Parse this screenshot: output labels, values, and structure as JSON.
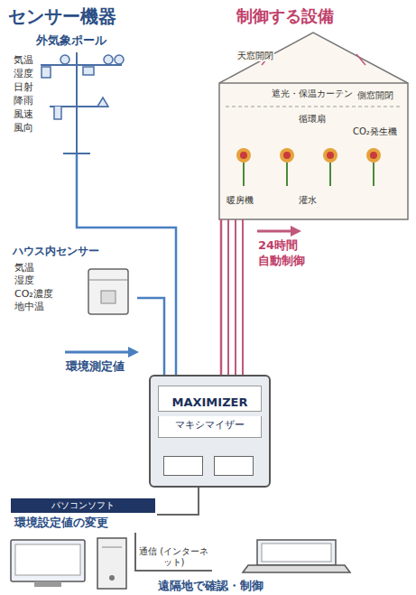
{
  "diagram": {
    "nodes": [
      {
        "text": [
          "外気象ポール"
        ]
      },
      {
        "text": [
          "ハウス内センサー",
          "気温 湿度 CO₂濃度 地中温"
        ]
      },
      {
        "text": [
          "MAXIMIZER",
          "マキシマイザー"
        ]
      },
      {
        "text": [
          "制御する設備"
        ]
      },
      {
        "text": [
          "パソコンソフト",
          "環境設定値の変更"
        ]
      },
      {
        "text": [
          "遠隔地で確認・制御"
        ]
      }
    ],
    "edges": [
      {
        "from": 0,
        "to": 2,
        "arrow": "none"
      },
      {
        "from": 1,
        "to": 2,
        "arrow": "none"
      },
      {
        "from": 2,
        "to": 3,
        "arrow": "none"
      },
      {
        "from": 2,
        "to": 4,
        "arrow": "none"
      },
      {
        "from": 4,
        "to": 5,
        "label": "通信 (インターネット)",
        "arrow": "none"
      }
    ],
    "labels": [
      "センサー機器",
      "気温",
      "湿度",
      "日射",
      "降雨",
      "風速",
      "風向",
      "環境測定値",
      "24時間",
      "自動制御",
      "天窓開閉",
      "遮光・保温カーテン",
      "循環扇",
      "CO₂発生機",
      "暖房機",
      "灌水",
      "側窓開閉"
    ]
  }
}
